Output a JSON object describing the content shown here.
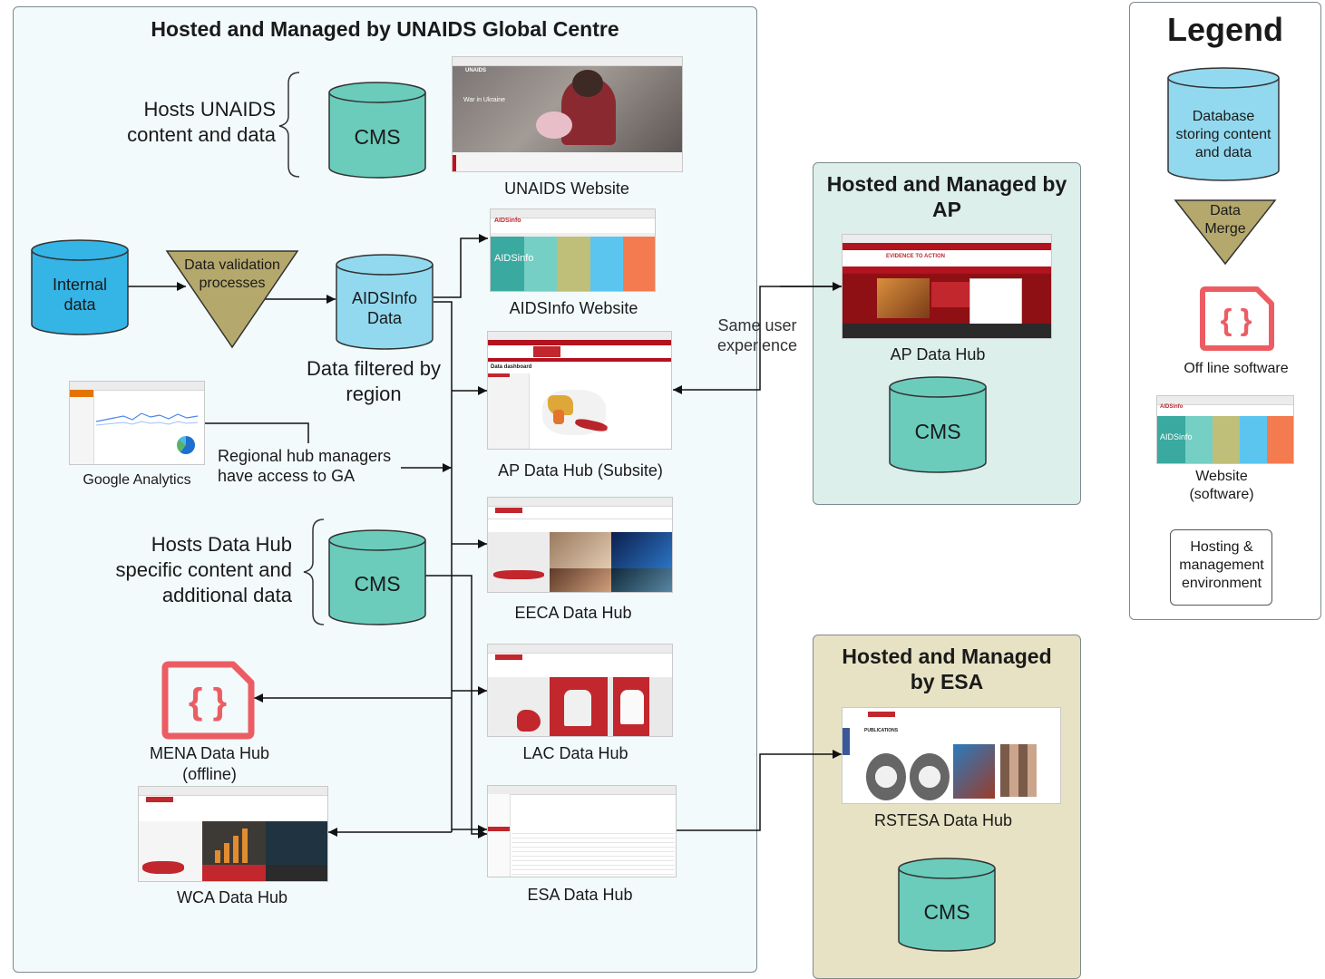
{
  "panels": {
    "global": {
      "title": "Hosted and Managed by UNAIDS Global Centre"
    },
    "ap": {
      "title": "Hosted and Managed by AP"
    },
    "esa": {
      "title": "Hosted and Managed by ESA"
    },
    "legend": {
      "title": "Legend"
    }
  },
  "nodes": {
    "hosts_unaids": "Hosts UNAIDS content and data",
    "cms": "CMS",
    "unaids_website": "UNAIDS Website",
    "internal_data": "Internal data",
    "data_validation": "Data validation processes",
    "aidsinfo_data": "AIDSInfo Data",
    "data_filtered": "Data filtered by region",
    "aidsinfo_website": "AIDSInfo Website",
    "ap_subsite": "AP Data Hub (Subsite)",
    "google_analytics": "Google Analytics",
    "regional_hub_ga": "Regional hub managers have access to GA",
    "hosts_datahub": "Hosts Data Hub specific content and additional data",
    "eeca": "EECA Data Hub",
    "lac": "LAC Data Hub",
    "mena": "MENA Data Hub (offline)",
    "wca": "WCA Data Hub",
    "esa_hub": "ESA Data Hub",
    "same_user": "Same user experience",
    "ap_data_hub": "AP Data Hub",
    "rstesa": "RSTESA Data Hub"
  },
  "legend": {
    "database": "Database storing content and data",
    "data_merge": "Data Merge",
    "offline": "Off line software",
    "website": "Website (software)",
    "hosting": "Hosting & management environment"
  },
  "screens": {
    "aidsinfo_logo": "AIDSinfo",
    "ap_dash": "Data dashboard",
    "rst_pub": "PUBLICATIONS",
    "unaids_logo": "UNAIDS",
    "ukraine": "War in Ukraine",
    "evidence": "EVIDENCE TO ACTION"
  },
  "colors": {
    "global_bg": "#f2fafb",
    "ap_bg": "#dcefeb",
    "esa_bg": "#e7e2c3",
    "cms_fill": "#6bccbc",
    "data_fill": "#92d9ef",
    "internal_fill": "#35b4e6",
    "triangle_fill": "#b5a86c",
    "offline_red": "#ec5d63"
  },
  "icons": [
    "curly-braces-icon",
    "brace-bracket-icon",
    "arrow-icon"
  ]
}
